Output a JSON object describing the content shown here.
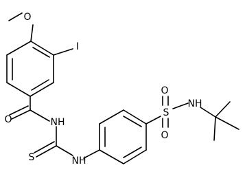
{
  "atoms": {
    "methoxy_o": "O",
    "iodine": "I",
    "carbonyl_o": "O",
    "amide_nh": "NH",
    "thio_s": "S",
    "thiourea_nh": "NH",
    "sulfonyl_s": "S",
    "sulfonyl_o_top": "O",
    "sulfonyl_o_bottom": "O",
    "sulfonamide_nh": "NH"
  },
  "colors": {
    "bond": "#000000",
    "label": "#000000",
    "background": "#ffffff"
  }
}
